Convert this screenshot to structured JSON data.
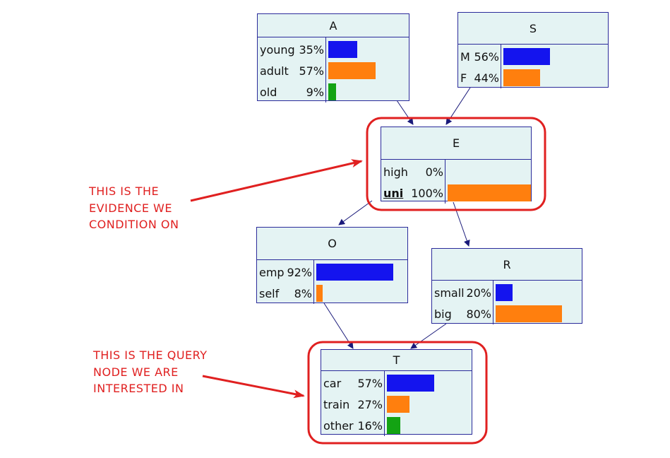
{
  "colors": {
    "node_bg": "#e4f3f3",
    "node_border": "#2a2a9a",
    "edge": "#1a1a7a",
    "highlight": "#e02020",
    "bar_series": [
      "#1414ee",
      "#ff7f0e",
      "#13a313"
    ]
  },
  "nodes": {
    "A": {
      "title": "A",
      "states": [
        {
          "label": "young",
          "percent": "35%",
          "value": 0.35
        },
        {
          "label": "adult",
          "percent": "57%",
          "value": 0.57
        },
        {
          "label": "old",
          "percent": "9%",
          "value": 0.09
        }
      ]
    },
    "S": {
      "title": "S",
      "states": [
        {
          "label": "M",
          "percent": "56%",
          "value": 0.56
        },
        {
          "label": "F",
          "percent": "44%",
          "value": 0.44
        }
      ]
    },
    "E": {
      "title": "E",
      "states": [
        {
          "label": "high",
          "percent": "0%",
          "value": 0.0
        },
        {
          "label": "uni",
          "percent": "100%",
          "value": 1.0,
          "evidence": true
        }
      ]
    },
    "O": {
      "title": "O",
      "states": [
        {
          "label": "emp",
          "percent": "92%",
          "value": 0.92
        },
        {
          "label": "self",
          "percent": "8%",
          "value": 0.08
        }
      ]
    },
    "R": {
      "title": "R",
      "states": [
        {
          "label": "small",
          "percent": "20%",
          "value": 0.2
        },
        {
          "label": "big",
          "percent": "80%",
          "value": 0.8
        }
      ]
    },
    "T": {
      "title": "T",
      "states": [
        {
          "label": "car",
          "percent": "57%",
          "value": 0.57
        },
        {
          "label": "train",
          "percent": "27%",
          "value": 0.27
        },
        {
          "label": "other",
          "percent": "16%",
          "value": 0.16
        }
      ]
    }
  },
  "edges": [
    {
      "from": "A",
      "to": "E"
    },
    {
      "from": "S",
      "to": "E"
    },
    {
      "from": "E",
      "to": "O"
    },
    {
      "from": "E",
      "to": "R"
    },
    {
      "from": "O",
      "to": "T"
    },
    {
      "from": "R",
      "to": "T"
    }
  ],
  "annotations": {
    "evidence_lines": [
      "THIS IS THE",
      "EVIDENCE WE",
      "CONDITION ON"
    ],
    "query_lines": [
      "THIS IS THE QUERY",
      "NODE WE ARE",
      "INTERESTED IN"
    ]
  }
}
